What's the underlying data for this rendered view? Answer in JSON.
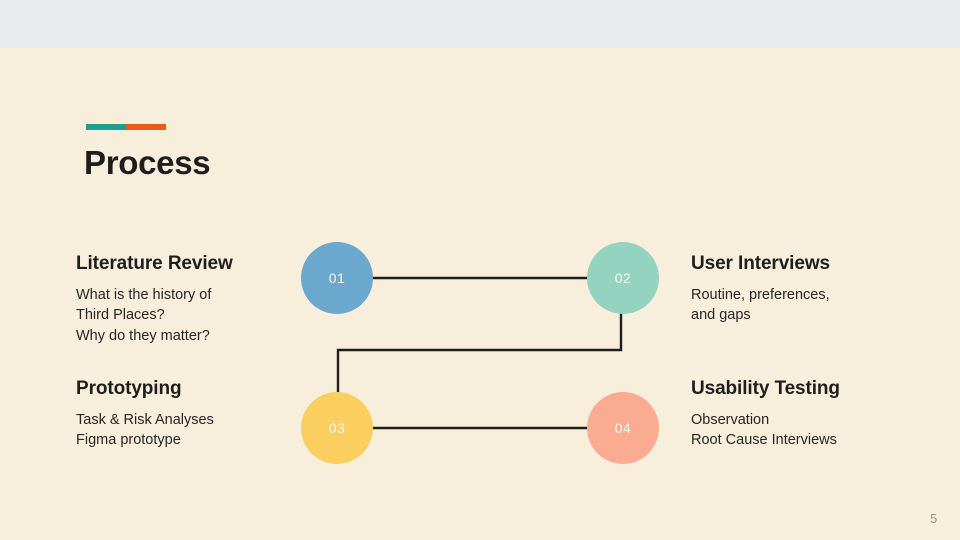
{
  "slide": {
    "title": "Process",
    "page_number": "5",
    "background_color": "#f7efdc",
    "top_band_color": "#e7ebec",
    "accent_bar": {
      "left_color": "#19a08e",
      "right_color": "#ec5b15"
    }
  },
  "steps": [
    {
      "number": "01",
      "heading": "Literature Review",
      "body": "What is the history of\nThird Places?\nWhy do they matter?",
      "circle_color": "#6ca7cd",
      "side": "left"
    },
    {
      "number": "02",
      "heading": "User Interviews",
      "body": "Routine, preferences,\nand gaps",
      "circle_color": "#93d3bf",
      "side": "right"
    },
    {
      "number": "03",
      "heading": "Prototyping",
      "body": "Task & Risk Analyses\nFigma prototype",
      "circle_color": "#fbcf5f",
      "side": "left"
    },
    {
      "number": "04",
      "heading": "Usability Testing",
      "body": "Observation\nRoot Cause Interviews",
      "circle_color": "#fcab93",
      "side": "right"
    }
  ],
  "connectors": {
    "line_color": "#1e1e1e",
    "paths": [
      "01-to-02",
      "02-to-03",
      "03-to-04"
    ]
  }
}
